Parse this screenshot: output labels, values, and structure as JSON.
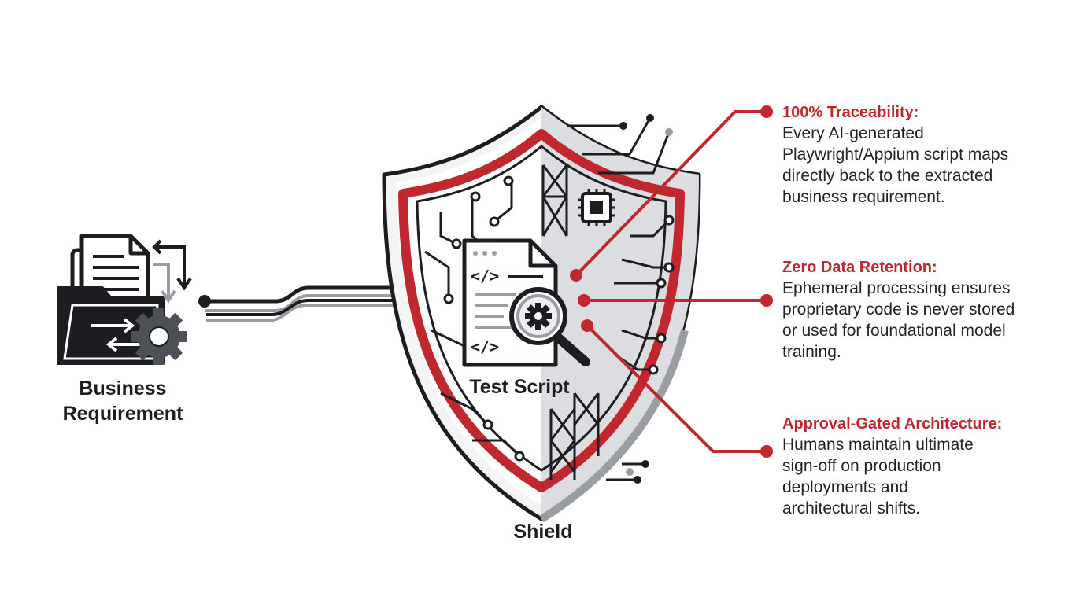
{
  "left_block": {
    "label_line1": "Business",
    "label_line2": "Requirement"
  },
  "center": {
    "doc_label": "Test Script",
    "shield_label": "Shield"
  },
  "callouts": [
    {
      "title": "100% Traceability:",
      "body": "Every AI-generated\nPlaywright/Appium script maps\ndirectly back to the extracted\nbusiness requirement."
    },
    {
      "title": "Zero Data Retention:",
      "body": "Ephemeral processing ensures\nproprietary code is never stored\nor used for foundational model\ntraining."
    },
    {
      "title": "Approval-Gated Architecture:",
      "body": "Humans maintain ultimate\nsign-off on production\ndeployments and\narchitectural shifts."
    }
  ],
  "icons": {
    "folder": "folder-with-documents-icon",
    "gear": "gear-icon",
    "sync": "sync-arrows-icon",
    "code_doc": "code-document-icon",
    "magnifier": "magnifying-glass-gear-icon",
    "chip": "microchip-icon"
  },
  "colors": {
    "accent": "#c0282d",
    "ink": "#1b1d21",
    "grey": "#9a9ea3"
  }
}
